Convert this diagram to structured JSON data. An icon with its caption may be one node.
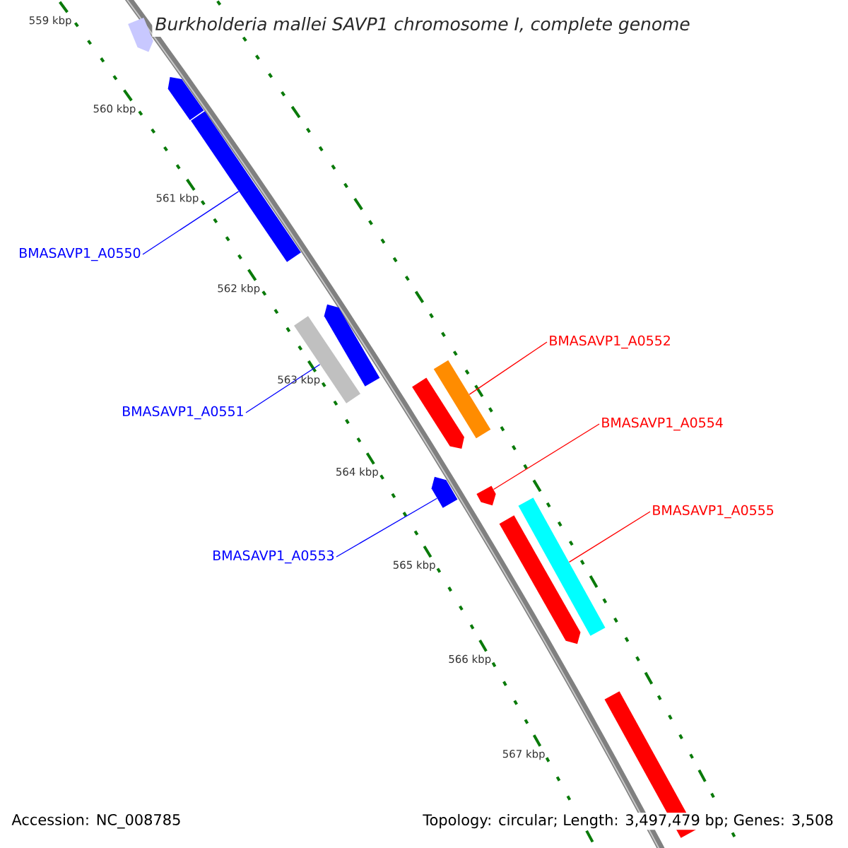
{
  "diagram": {
    "title": "Burkholderia mallei SAVP1 chromosome I, complete genome",
    "nodes": [
      {
        "text": [
          "BMASAVP1_A0550"
        ]
      },
      {
        "text": [
          "BMASAVP1_A0552"
        ]
      },
      {
        "text": [
          "BMASAVP1_A0551"
        ]
      },
      {
        "text": [
          "BMASAVP1_A0554"
        ]
      },
      {
        "text": [
          "BMASAVP1_A0555"
        ]
      },
      {
        "text": [
          "BMASAVP1_A0553"
        ]
      },
      {
        "text": [],
        "shape": "bar"
      },
      {
        "text": [],
        "shape": "bar"
      },
      {
        "text": [],
        "shape": "bar"
      },
      {
        "text": [],
        "shape": "bar"
      },
      {
        "text": [],
        "shape": "bar"
      },
      {
        "text": [],
        "shape": "bar"
      },
      {
        "text": [],
        "shape": "bar"
      },
      {
        "text": [],
        "shape": "bar"
      },
      {
        "text": [],
        "shape": "bar"
      },
      {
        "text": [],
        "shape": "bar"
      },
      {
        "text": [],
        "shape": "bar"
      },
      {
        "text": [],
        "shape": "bar"
      }
    ],
    "edges": [
      {
        "from": 0,
        "to": 8,
        "arrow": "none",
        "color": "#0000ff"
      },
      {
        "from": 1,
        "to": 11,
        "arrow": "none",
        "color": "#ff0000"
      },
      {
        "from": 2,
        "to": 10,
        "arrow": "none",
        "color": "#0000ff"
      },
      {
        "from": 3,
        "to": 14,
        "arrow": "none",
        "color": "#ff0000"
      },
      {
        "from": 4,
        "to": 15,
        "arrow": "none",
        "color": "#ff0000"
      },
      {
        "from": 5,
        "to": 13,
        "arrow": "none",
        "color": "#0000ff"
      }
    ],
    "labels": [
      "559 kbp",
      "560 kbp",
      "561 kbp",
      "562 kbp",
      "563 kbp",
      "564 kbp",
      "565 kbp",
      "566 kbp",
      "567 kbp",
      "Accession: NC_008785",
      "Topology: circular; Length: 3,497,479 bp; Genes: 3,508"
    ]
  }
}
